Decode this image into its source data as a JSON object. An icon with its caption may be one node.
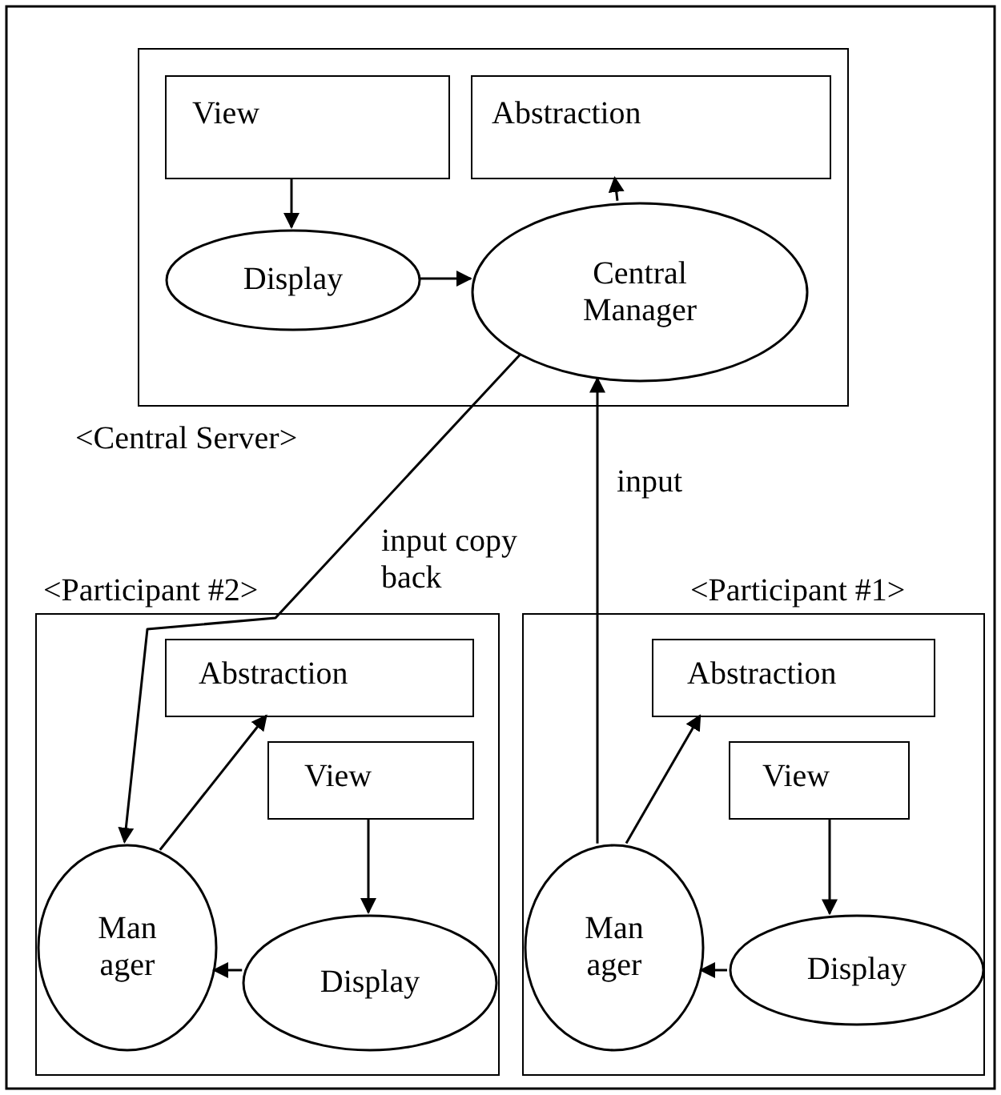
{
  "diagram": {
    "nodes": [
      {
        "text": [
          "<Central Server>"
        ]
      },
      {
        "text": [
          "View"
        ],
        "in": 0
      },
      {
        "text": [
          "Abstraction"
        ],
        "in": 0
      },
      {
        "text": [
          "Display"
        ],
        "in": 0
      },
      {
        "text": [
          "Central Manager"
        ],
        "in": 0
      },
      {
        "text": [
          "<Participant #2>"
        ]
      },
      {
        "text": [
          "Abstraction"
        ],
        "in": 5
      },
      {
        "text": [
          "View"
        ],
        "in": 5
      },
      {
        "text": [
          "Man ager"
        ],
        "in": 5
      },
      {
        "text": [
          "Display"
        ],
        "in": 5
      },
      {
        "text": [
          "<Participant #1>"
        ]
      },
      {
        "text": [
          "Abstraction"
        ],
        "in": 10
      },
      {
        "text": [
          "View"
        ],
        "in": 10
      },
      {
        "text": [
          "Man ager"
        ],
        "in": 10
      },
      {
        "text": [
          "Display"
        ],
        "in": 10
      }
    ],
    "edges": [
      {
        "from": 1,
        "to": 3,
        "arrow": "to"
      },
      {
        "from": 3,
        "to": 4,
        "arrow": "to"
      },
      {
        "from": 4,
        "to": 2,
        "arrow": "to"
      },
      {
        "from": 4,
        "to": 8,
        "arrow": "to",
        "label": "input copy back"
      },
      {
        "from": 13,
        "to": 4,
        "arrow": "to",
        "label": "input"
      },
      {
        "from": 8,
        "to": 6,
        "arrow": "to"
      },
      {
        "from": 7,
        "to": 9,
        "arrow": "to"
      },
      {
        "from": 9,
        "to": 8,
        "arrow": "to"
      },
      {
        "from": 13,
        "to": 11,
        "arrow": "to"
      },
      {
        "from": 12,
        "to": 14,
        "arrow": "to"
      },
      {
        "from": 14,
        "to": 13,
        "arrow": "to"
      }
    ]
  }
}
